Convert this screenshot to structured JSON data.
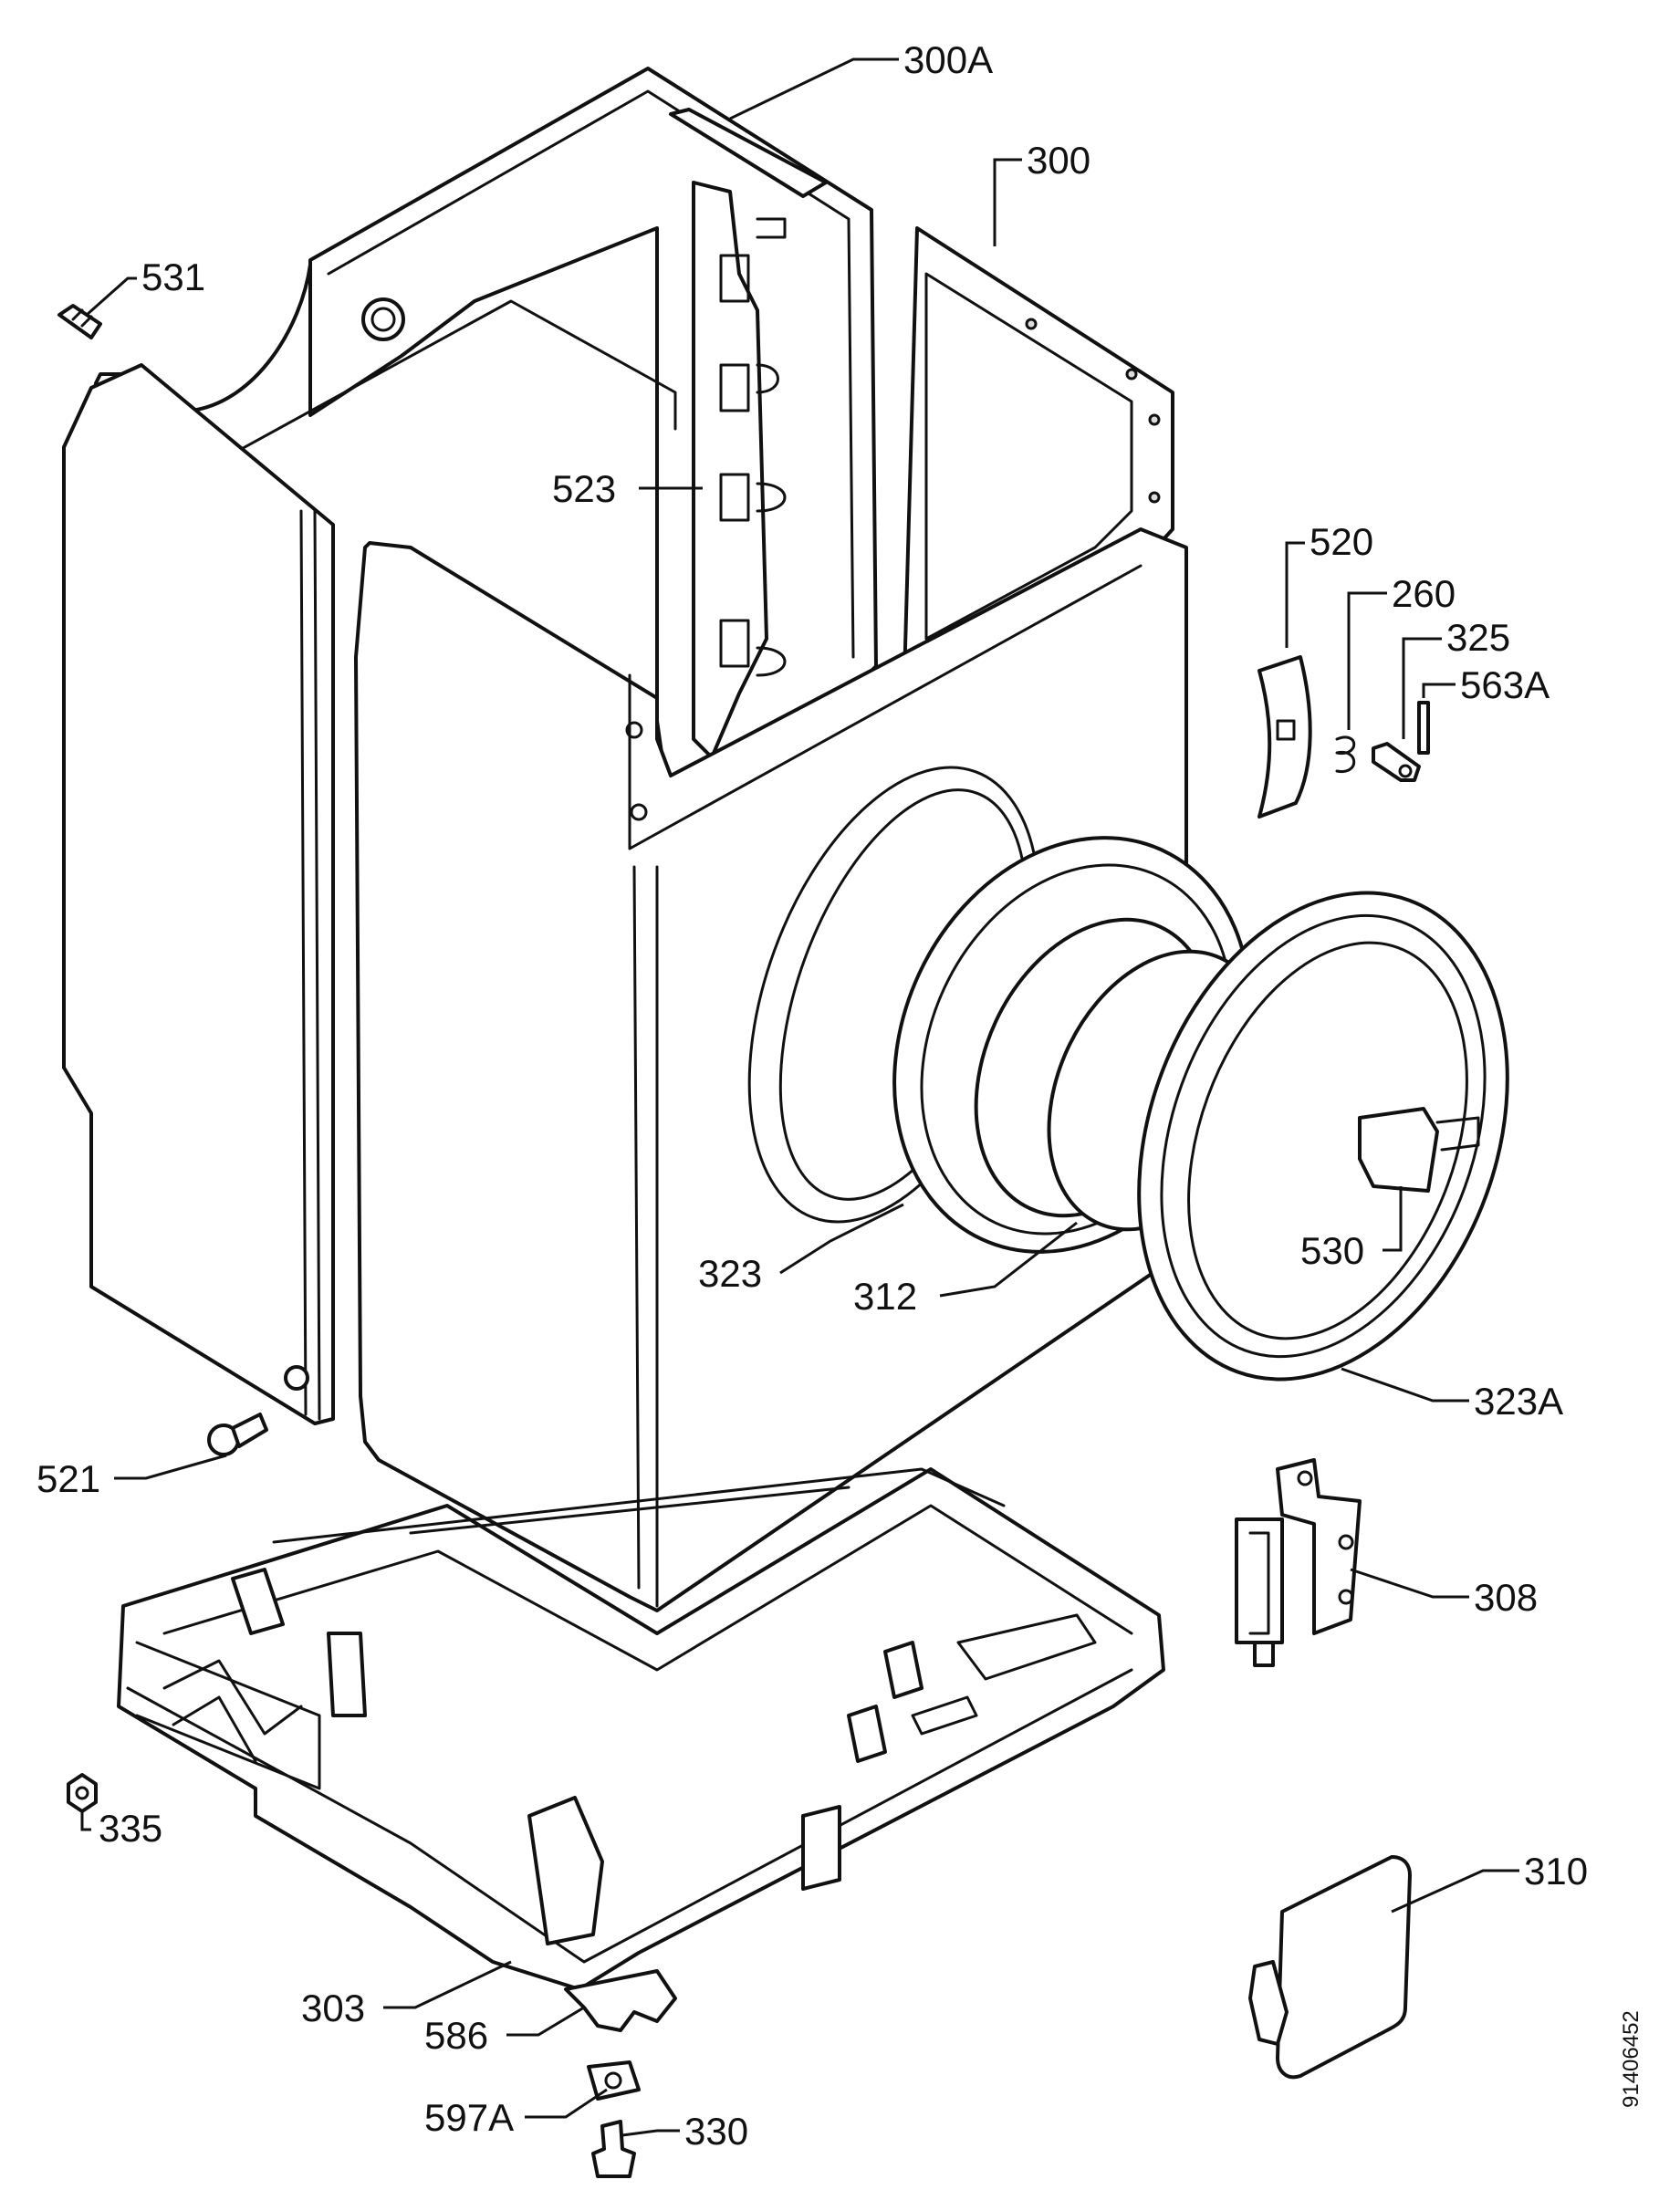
{
  "callouts": {
    "c300a": "300A",
    "c300": "300",
    "c531": "531",
    "c523": "523",
    "c520": "520",
    "c260": "260",
    "c325": "325",
    "c563a": "563A",
    "c323": "323",
    "c312": "312",
    "c530": "530",
    "c323a": "323A",
    "c521": "521",
    "c308": "308",
    "c335": "335",
    "c310": "310",
    "c303": "303",
    "c586": "586",
    "c597a": "597A",
    "c330": "330"
  },
  "document_id": "91406452",
  "colors": {
    "line": "#111111",
    "background": "#ffffff"
  }
}
